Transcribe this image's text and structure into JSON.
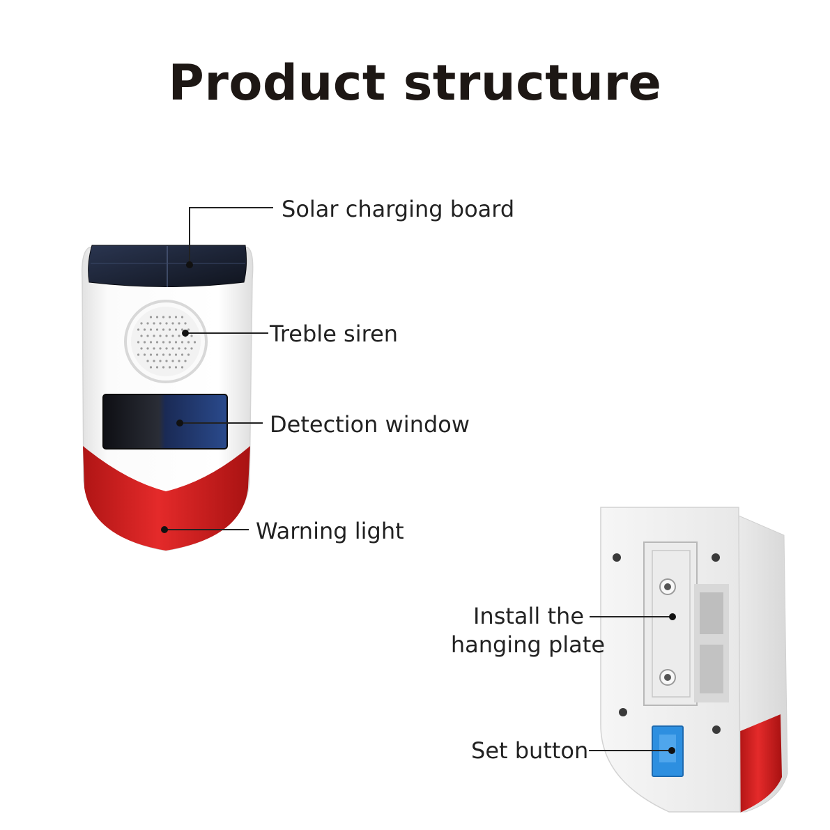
{
  "title": "Product structure",
  "labels": {
    "solar": "Solar charging board",
    "siren": "Treble siren",
    "detection": "Detection window",
    "warning": "Warning light",
    "hanging_line1": "Install the",
    "hanging_line2": "hanging plate",
    "set": "Set button"
  },
  "colors": {
    "body": "#f4f4f4",
    "solar_panel": "#1a2030",
    "red_light": "#d21e1e",
    "detect_blue": "#1b3a78",
    "set_button": "#2d8fe0"
  }
}
